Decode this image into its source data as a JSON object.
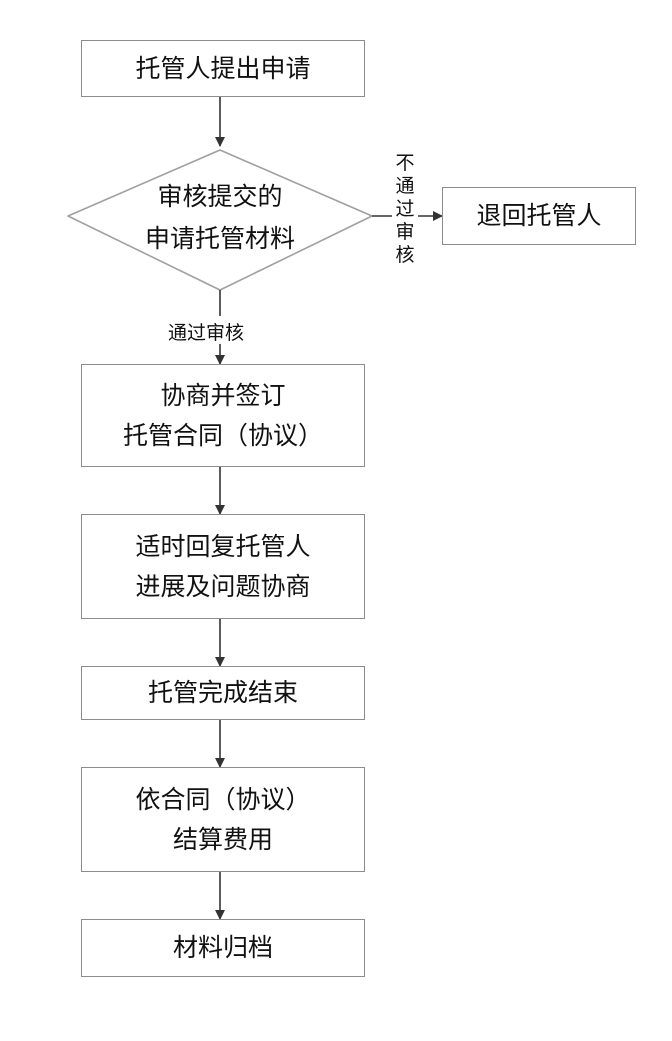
{
  "flow": {
    "apply": "托管人提出申请",
    "review": [
      "审核提交的",
      "申请托管材料"
    ],
    "pass_label": "通过审核",
    "fail_label": [
      "不",
      "通",
      "过",
      "审",
      "核"
    ],
    "reject": "退回托管人",
    "sign": [
      "协商并签订",
      "托管合同（协议）"
    ],
    "reply": [
      "适时回复托管人",
      "进展及问题协商"
    ],
    "finish": "托管完成结束",
    "settle": [
      "依合同（协议）",
      "结算费用"
    ],
    "archive": "材料归档"
  },
  "colors": {
    "border": "#8c8c8c",
    "line": "#333333",
    "text": "#111111"
  }
}
